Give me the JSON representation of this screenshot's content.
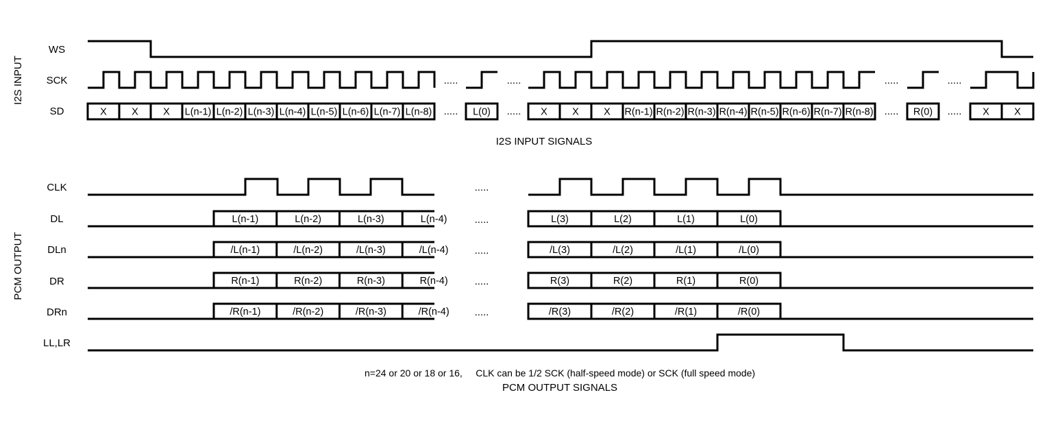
{
  "sections": {
    "i2s_label": "I2S INPUT",
    "pcm_label": "PCM OUTPUT"
  },
  "signals": {
    "ws": "WS",
    "sck": "SCK",
    "sd": "SD",
    "clk": "CLK",
    "dl": "DL",
    "dln": "DLn",
    "dr": "DR",
    "drn": "DRn",
    "ll_lr": "LL,LR"
  },
  "ellipsis": ".....",
  "sd_group1": [
    "X",
    "X",
    "X",
    "L(n-1)",
    "L(n-2)",
    "L(n-3)",
    "L(n-4)",
    "L(n-5)",
    "L(n-6)",
    "L(n-7)",
    "L(n-8)"
  ],
  "sd_group2": [
    "L(0)"
  ],
  "sd_group3": [
    "X",
    "X",
    "X",
    "R(n-1)",
    "R(n-2)",
    "R(n-3)",
    "R(n-4)",
    "R(n-5)",
    "R(n-6)",
    "R(n-7)",
    "R(n-8)"
  ],
  "sd_group4": [
    "R(0)"
  ],
  "sd_group5": [
    "X",
    "X"
  ],
  "dl_left": [
    "L(n-1)",
    "L(n-2)",
    "L(n-3)",
    "L(n-4)"
  ],
  "dl_right": [
    "L(3)",
    "L(2)",
    "L(1)",
    "L(0)"
  ],
  "dln_left": [
    "/L(n-1)",
    "/L(n-2)",
    "/L(n-3)",
    "/L(n-4)"
  ],
  "dln_right": [
    "/L(3)",
    "/L(2)",
    "/L(1)",
    "/L(0)"
  ],
  "dr_left": [
    "R(n-1)",
    "R(n-2)",
    "R(n-3)",
    "R(n-4)"
  ],
  "dr_right": [
    "R(3)",
    "R(2)",
    "R(1)",
    "R(0)"
  ],
  "drn_left": [
    "/R(n-1)",
    "/R(n-2)",
    "/R(n-3)",
    "/R(n-4)"
  ],
  "drn_right": [
    "/R(3)",
    "/R(2)",
    "/R(1)",
    "/R(0)"
  ],
  "captions": {
    "i2s": "I2S INPUT SIGNALS",
    "note": "n=24 or 20 or 18 or 16,     CLK can be 1/2 SCK (half-speed mode) or SCK (full speed mode)",
    "pcm": "PCM OUTPUT SIGNALS"
  }
}
